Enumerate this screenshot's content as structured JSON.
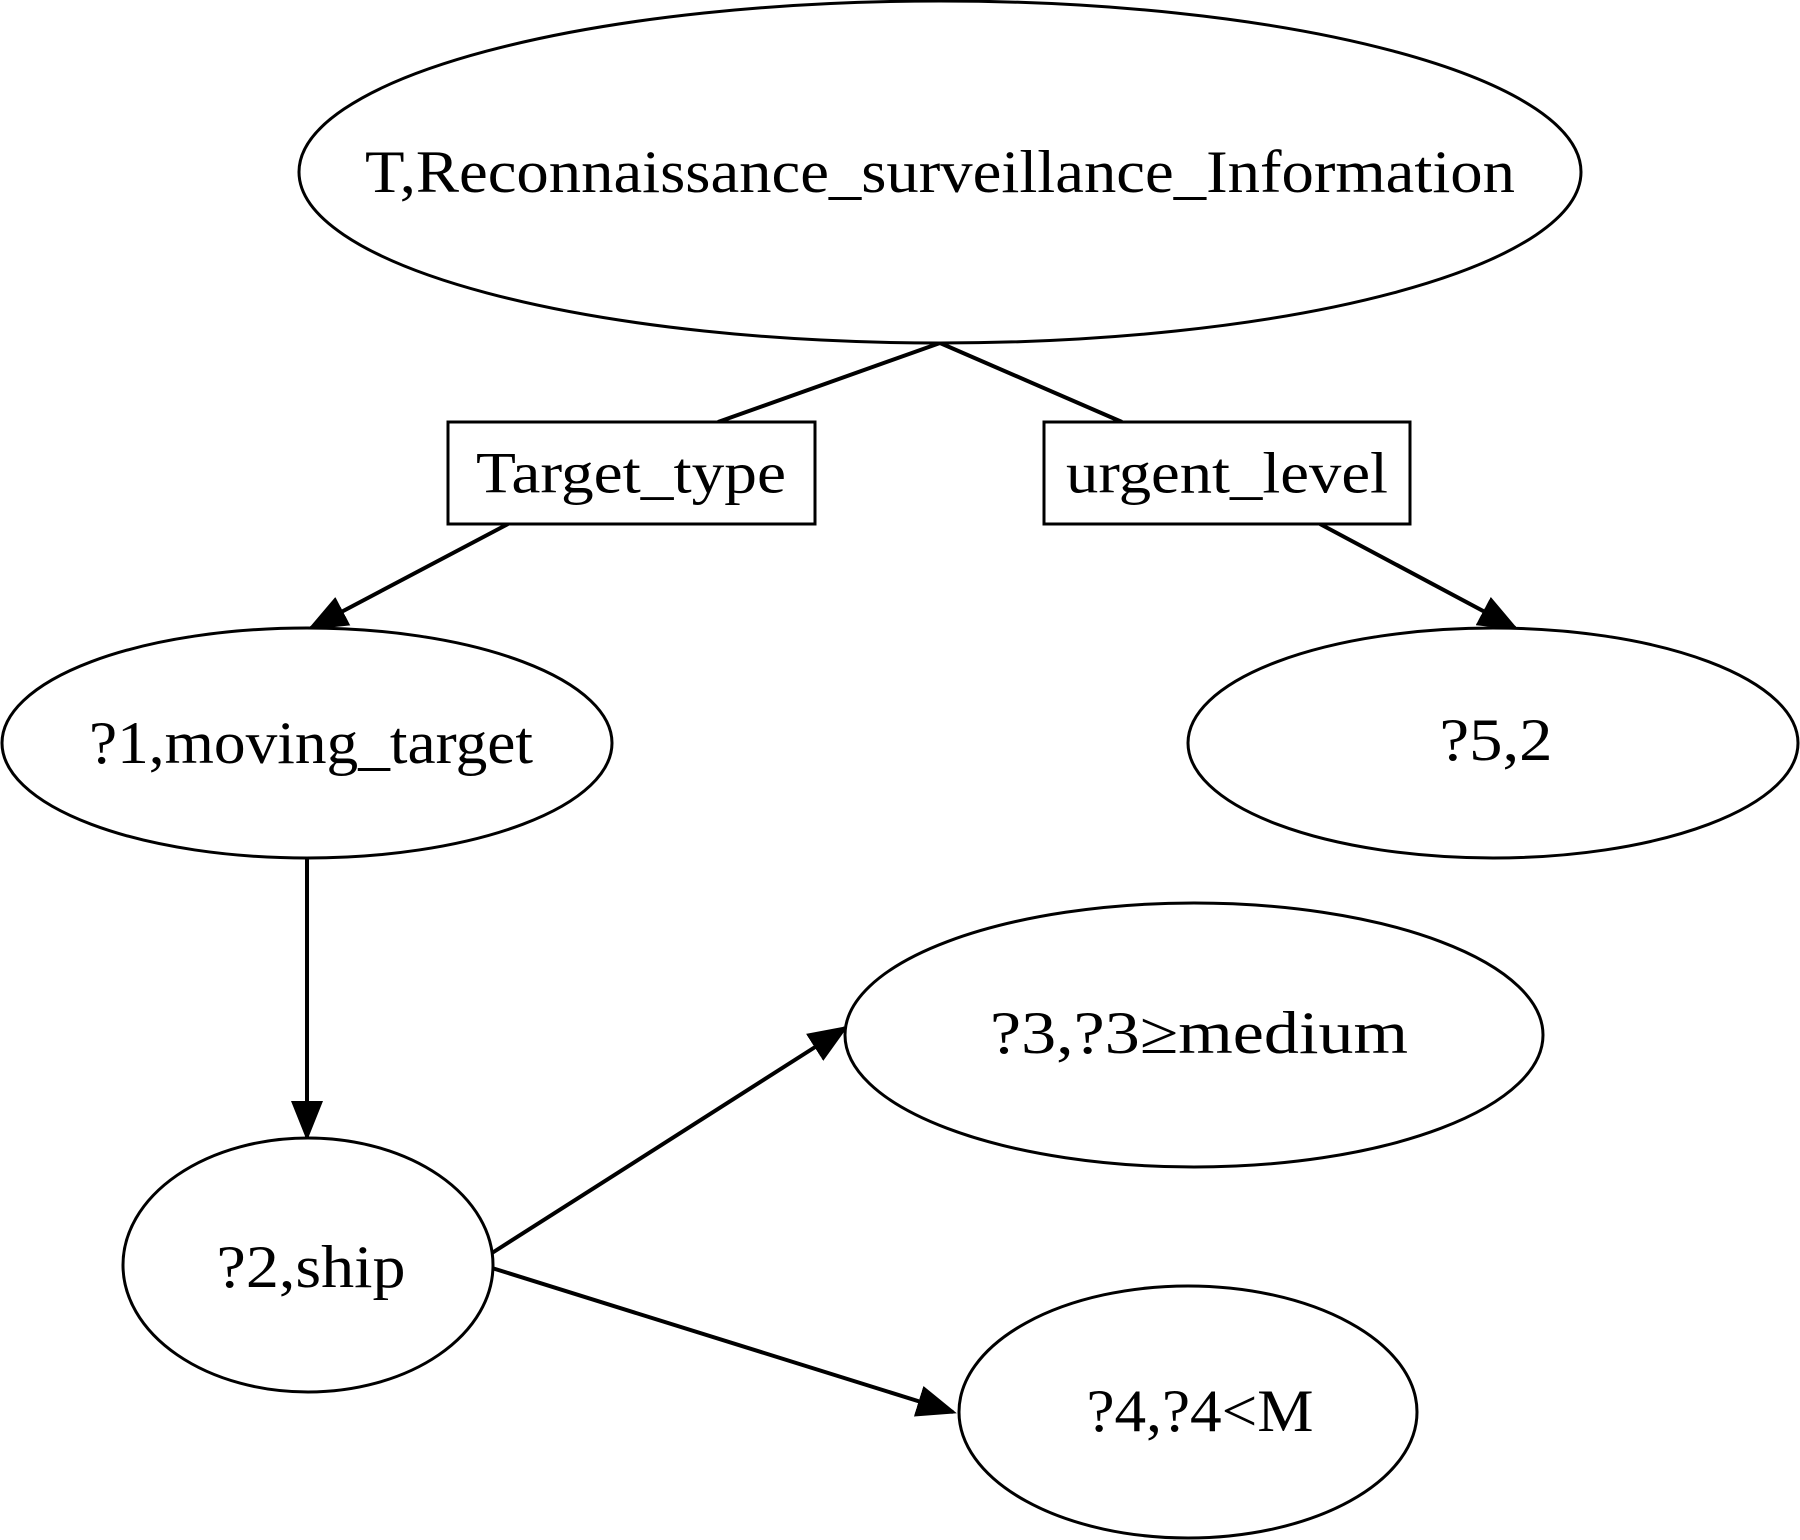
{
  "diagram": {
    "nodes": {
      "root": "T,Reconnaissance_surveillance_Information",
      "moving_target": "?1,moving_target",
      "urgency_value": "?5,2",
      "ship": "?2,ship",
      "size_medium": "?3,?3≥medium",
      "length_m": "?4,?4<M"
    },
    "relations": {
      "target_type": "Target_type",
      "urgent_level": "urgent_level"
    }
  },
  "colors": {
    "stroke": "#000000",
    "fill": "#ffffff",
    "text": "#000000"
  }
}
